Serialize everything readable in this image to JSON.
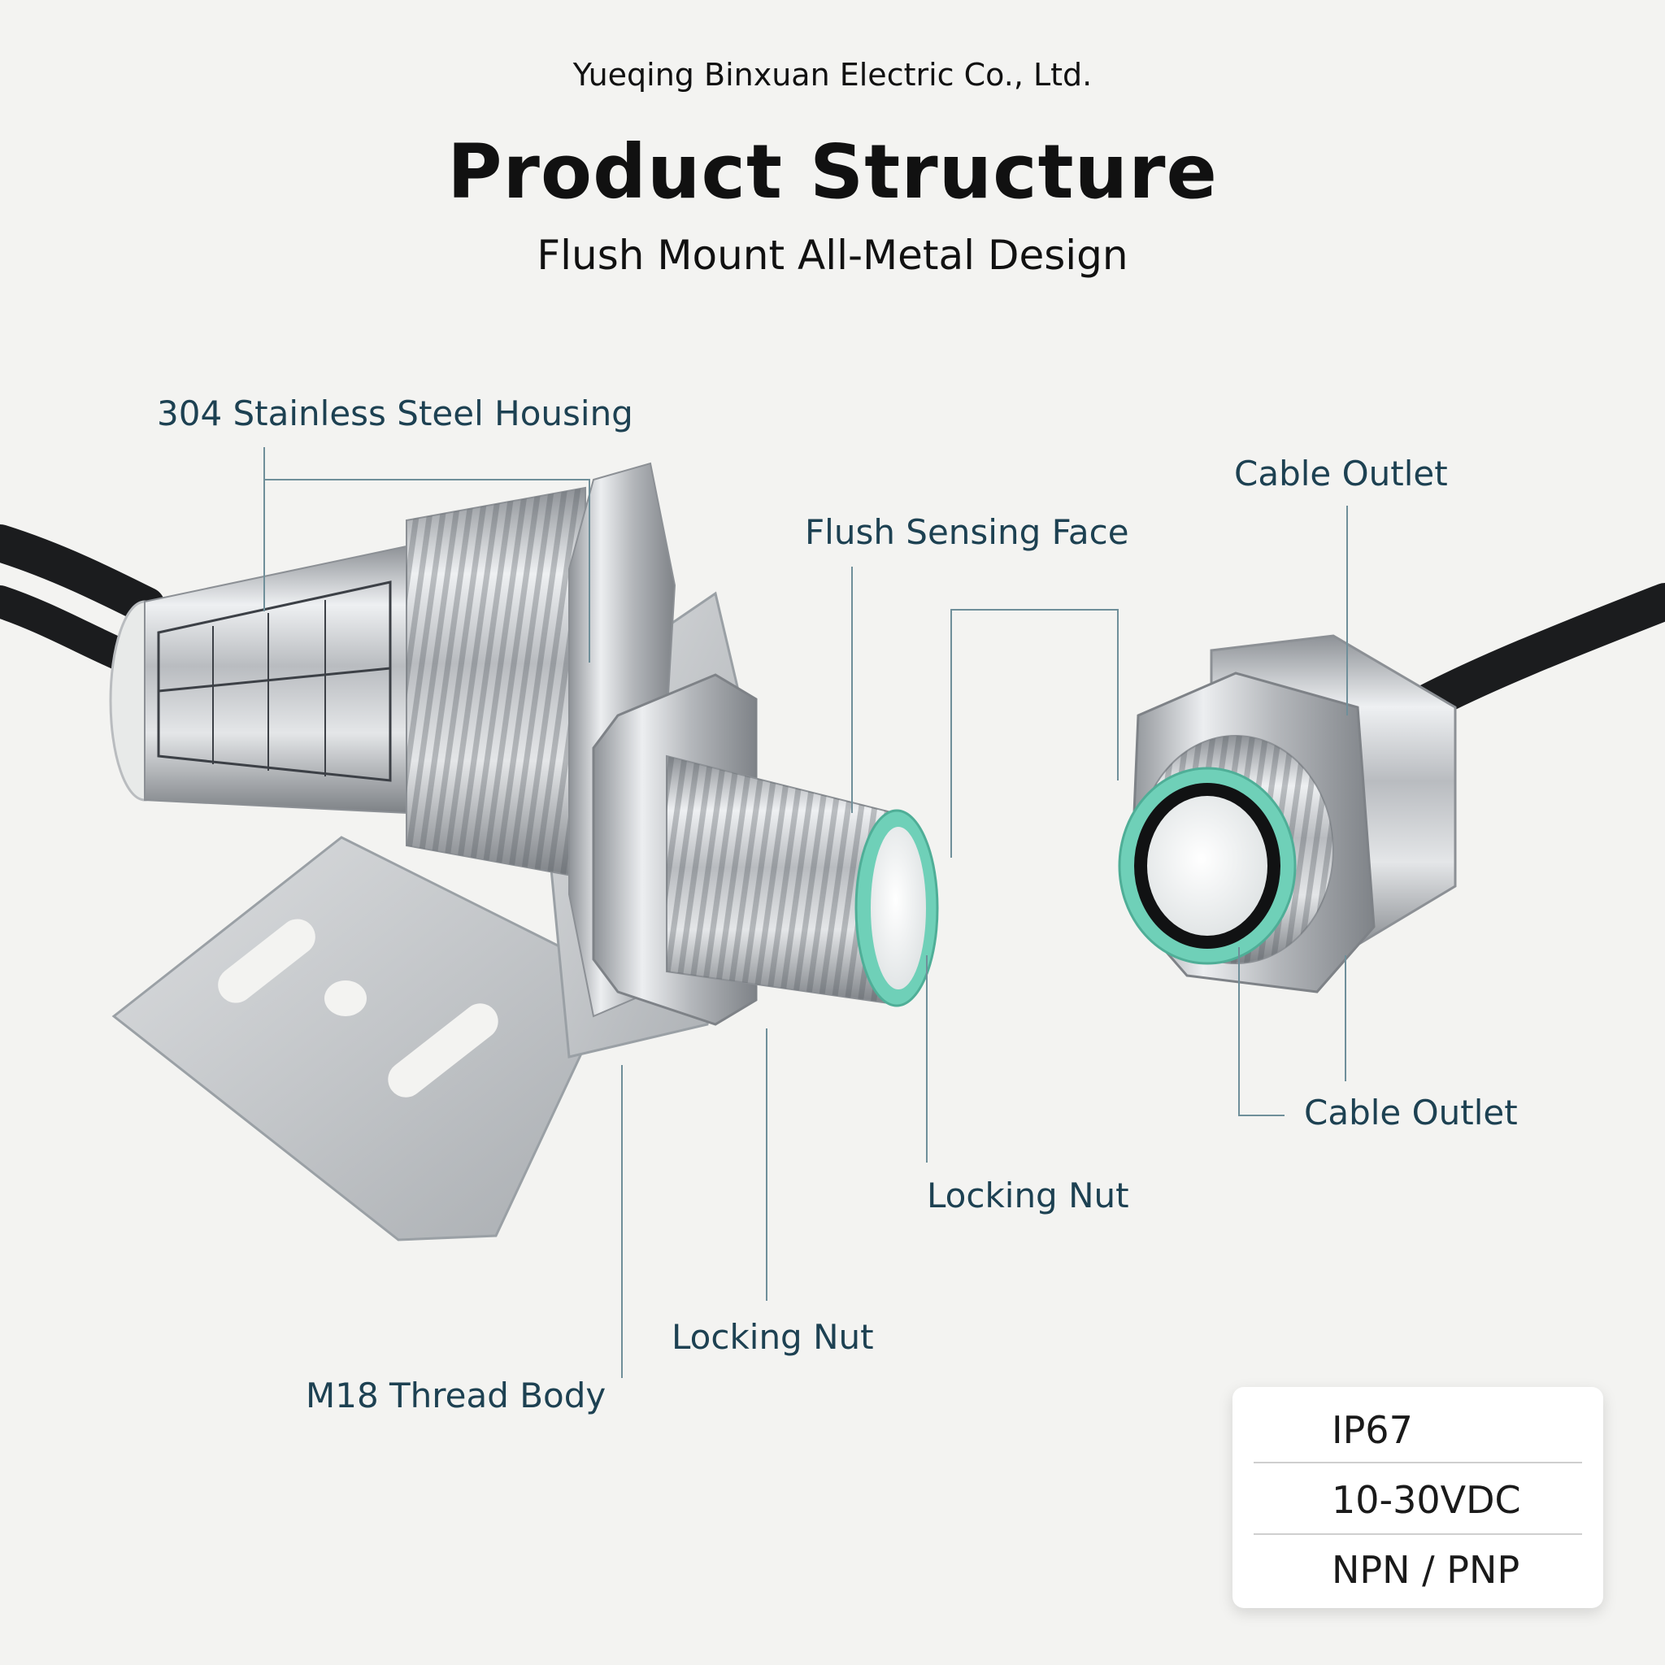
{
  "header": {
    "company": "Yueqing Binxuan Electric Co., Ltd.",
    "title": "Product Structure",
    "subtitle": "Flush Mount All-Metal Design"
  },
  "callouts": {
    "housing": "304 Stainless Steel Housing",
    "sensing_face": "Flush Sensing Face",
    "cable_outlet_top": "Cable Outlet",
    "cable_outlet_bottom": "Cable Outlet",
    "locking_nut_right": "Locking Nut",
    "locking_nut_left": "Locking Nut",
    "thread_body": "M18 Thread Body"
  },
  "specs": [
    "IP67",
    "10-30VDC",
    "NPN / PNP"
  ],
  "colors": {
    "background": "#f3f3f1",
    "label_text": "#1d4152",
    "leader_line": "#6f8f9a",
    "seal_ring": "#6fd0b8",
    "steel": "#c9ccd0",
    "cable": "#1b1c1e"
  }
}
